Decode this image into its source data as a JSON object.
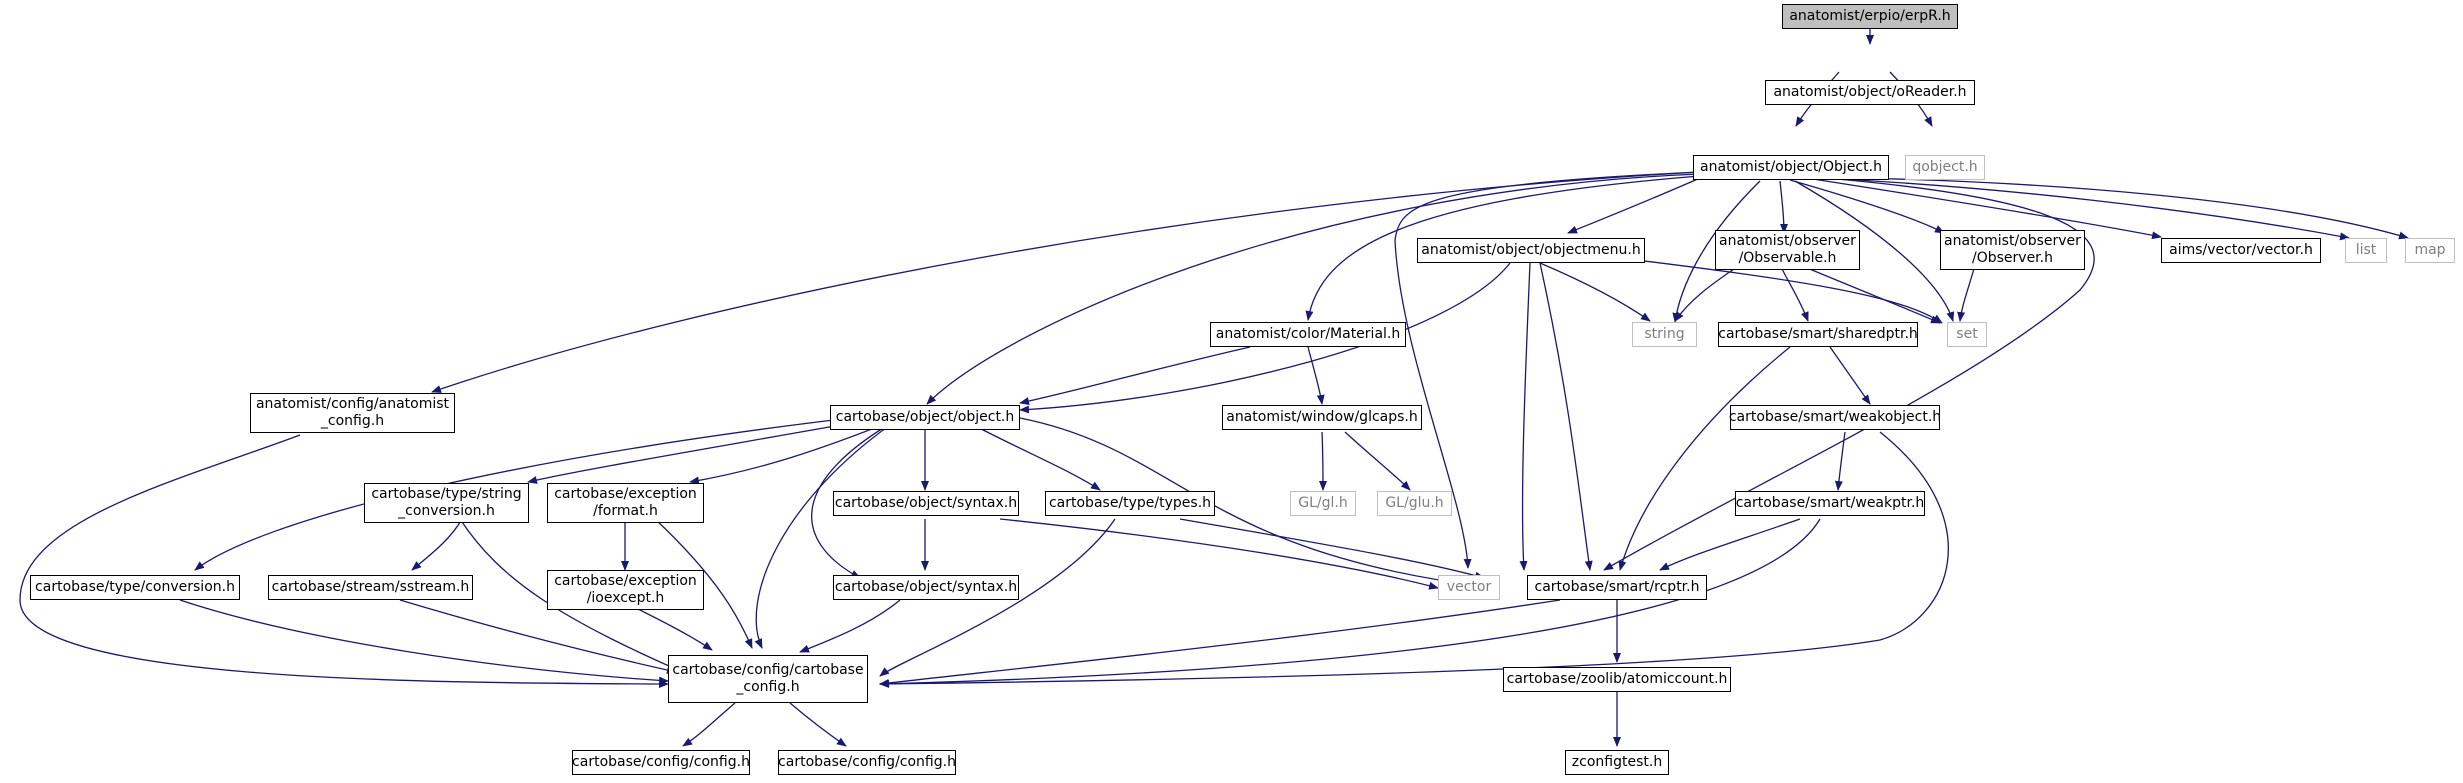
{
  "graph": {
    "colors": {
      "edge": "#191970",
      "node_border": "#000000",
      "external_border": "#bfbfbf",
      "external_text": "#7f7f7f",
      "root_fill": "#bfbfbf"
    },
    "nodes": {
      "erpR": {
        "lines": [
          "anatomist/erpio/erpR.h"
        ]
      },
      "oReader": {
        "lines": [
          "anatomist/object/oReader.h"
        ]
      },
      "qobject": {
        "lines": [
          "qobject.h"
        ]
      },
      "Object": {
        "lines": [
          "anatomist/object/Object.h"
        ]
      },
      "objectmenu": {
        "lines": [
          "anatomist/object/objectmenu.h"
        ]
      },
      "Observable": {
        "lines": [
          "anatomist/observer",
          "/Observable.h"
        ]
      },
      "Observer": {
        "lines": [
          "anatomist/observer",
          "/Observer.h"
        ]
      },
      "vectorh": {
        "lines": [
          "aims/vector/vector.h"
        ]
      },
      "list": {
        "lines": [
          "list"
        ]
      },
      "map": {
        "lines": [
          "map"
        ]
      },
      "string": {
        "lines": [
          "string"
        ]
      },
      "set": {
        "lines": [
          "set"
        ]
      },
      "Material": {
        "lines": [
          "anatomist/color/Material.h"
        ]
      },
      "sharedptr": {
        "lines": [
          "cartobase/smart/sharedptr.h"
        ]
      },
      "anaconfig": {
        "lines": [
          "anatomist/config/anatomist",
          "_config.h"
        ]
      },
      "cobject": {
        "lines": [
          "cartobase/object/object.h"
        ]
      },
      "glcaps": {
        "lines": [
          "anatomist/window/glcaps.h"
        ]
      },
      "weakobject": {
        "lines": [
          "cartobase/smart/weakobject.h"
        ]
      },
      "strconv": {
        "lines": [
          "cartobase/type/string",
          "_conversion.h"
        ]
      },
      "format": {
        "lines": [
          "cartobase/exception",
          "/format.h"
        ]
      },
      "syntax1": {
        "lines": [
          "cartobase/object/syntax.h"
        ]
      },
      "types": {
        "lines": [
          "cartobase/type/types.h"
        ]
      },
      "glh": {
        "lines": [
          "GL/gl.h"
        ]
      },
      "gluh": {
        "lines": [
          "GL/glu.h"
        ]
      },
      "weakptr": {
        "lines": [
          "cartobase/smart/weakptr.h"
        ]
      },
      "conversion": {
        "lines": [
          "cartobase/type/conversion.h"
        ]
      },
      "sstream": {
        "lines": [
          "cartobase/stream/sstream.h"
        ]
      },
      "ioexcept": {
        "lines": [
          "cartobase/exception",
          "/ioexcept.h"
        ]
      },
      "syntax2": {
        "lines": [
          "cartobase/object/syntax.h"
        ]
      },
      "vector": {
        "lines": [
          "vector"
        ]
      },
      "rcptr": {
        "lines": [
          "cartobase/smart/rcptr.h"
        ]
      },
      "cbconfig": {
        "lines": [
          "cartobase/config/cartobase",
          "_config.h"
        ]
      },
      "atomic": {
        "lines": [
          "cartobase/zoolib/atomiccount.h"
        ]
      },
      "config1": {
        "lines": [
          "cartobase/config/config.h"
        ]
      },
      "config2": {
        "lines": [
          "cartobase/config/config.h"
        ]
      },
      "zconfig": {
        "lines": [
          "zconfigtest.h"
        ]
      }
    }
  }
}
